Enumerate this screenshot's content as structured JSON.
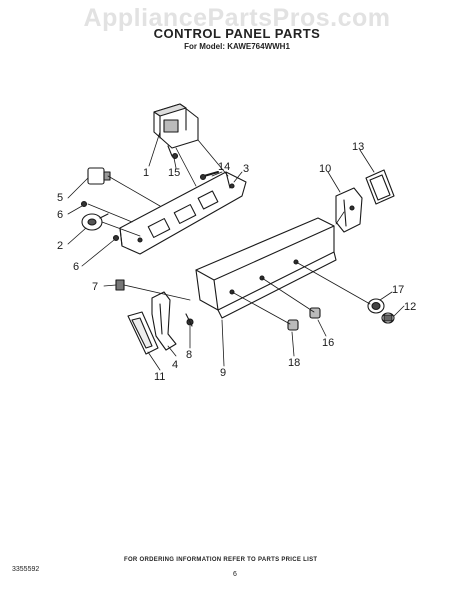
{
  "watermark": "AppliancePartsPros.com",
  "header": {
    "title": "CONTROL PANEL PARTS",
    "model_line": "For Model: KAWE764WWH1"
  },
  "footer": {
    "ordering_note": "FOR ORDERING INFORMATION REFER TO PARTS PRICE LIST",
    "document_number": "3355592",
    "page_number": "6"
  },
  "callouts": [
    "1",
    "15",
    "14",
    "3",
    "10",
    "13",
    "5",
    "6",
    "2",
    "6",
    "7",
    "17",
    "12",
    "16",
    "18",
    "9",
    "8",
    "4",
    "11"
  ]
}
